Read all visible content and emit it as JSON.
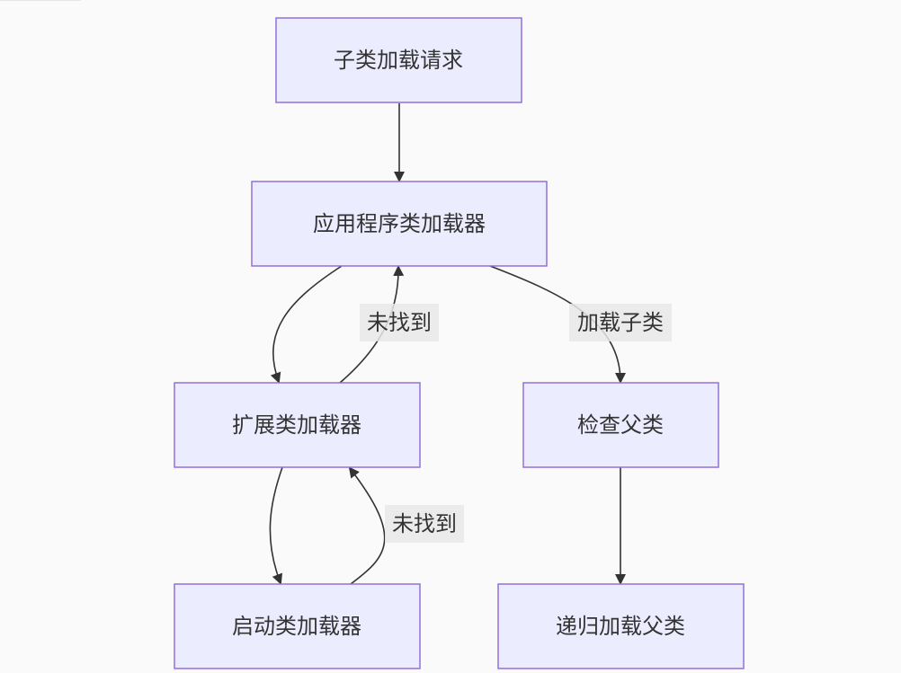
{
  "nodes": {
    "child_request": "子类加载请求",
    "app_loader": "应用程序类加载器",
    "ext_loader": "扩展类加载器",
    "boot_loader": "启动类加载器",
    "check_parent": "检查父类",
    "recursive_load": "递归加载父类"
  },
  "edge_labels": {
    "ext_not_found": "未找到",
    "boot_not_found": "未找到",
    "load_child": "加载子类"
  },
  "colors": {
    "node_fill": "#ececff",
    "node_stroke": "#9370db",
    "edge": "#333333",
    "label_bg": "#e8e8e8"
  }
}
